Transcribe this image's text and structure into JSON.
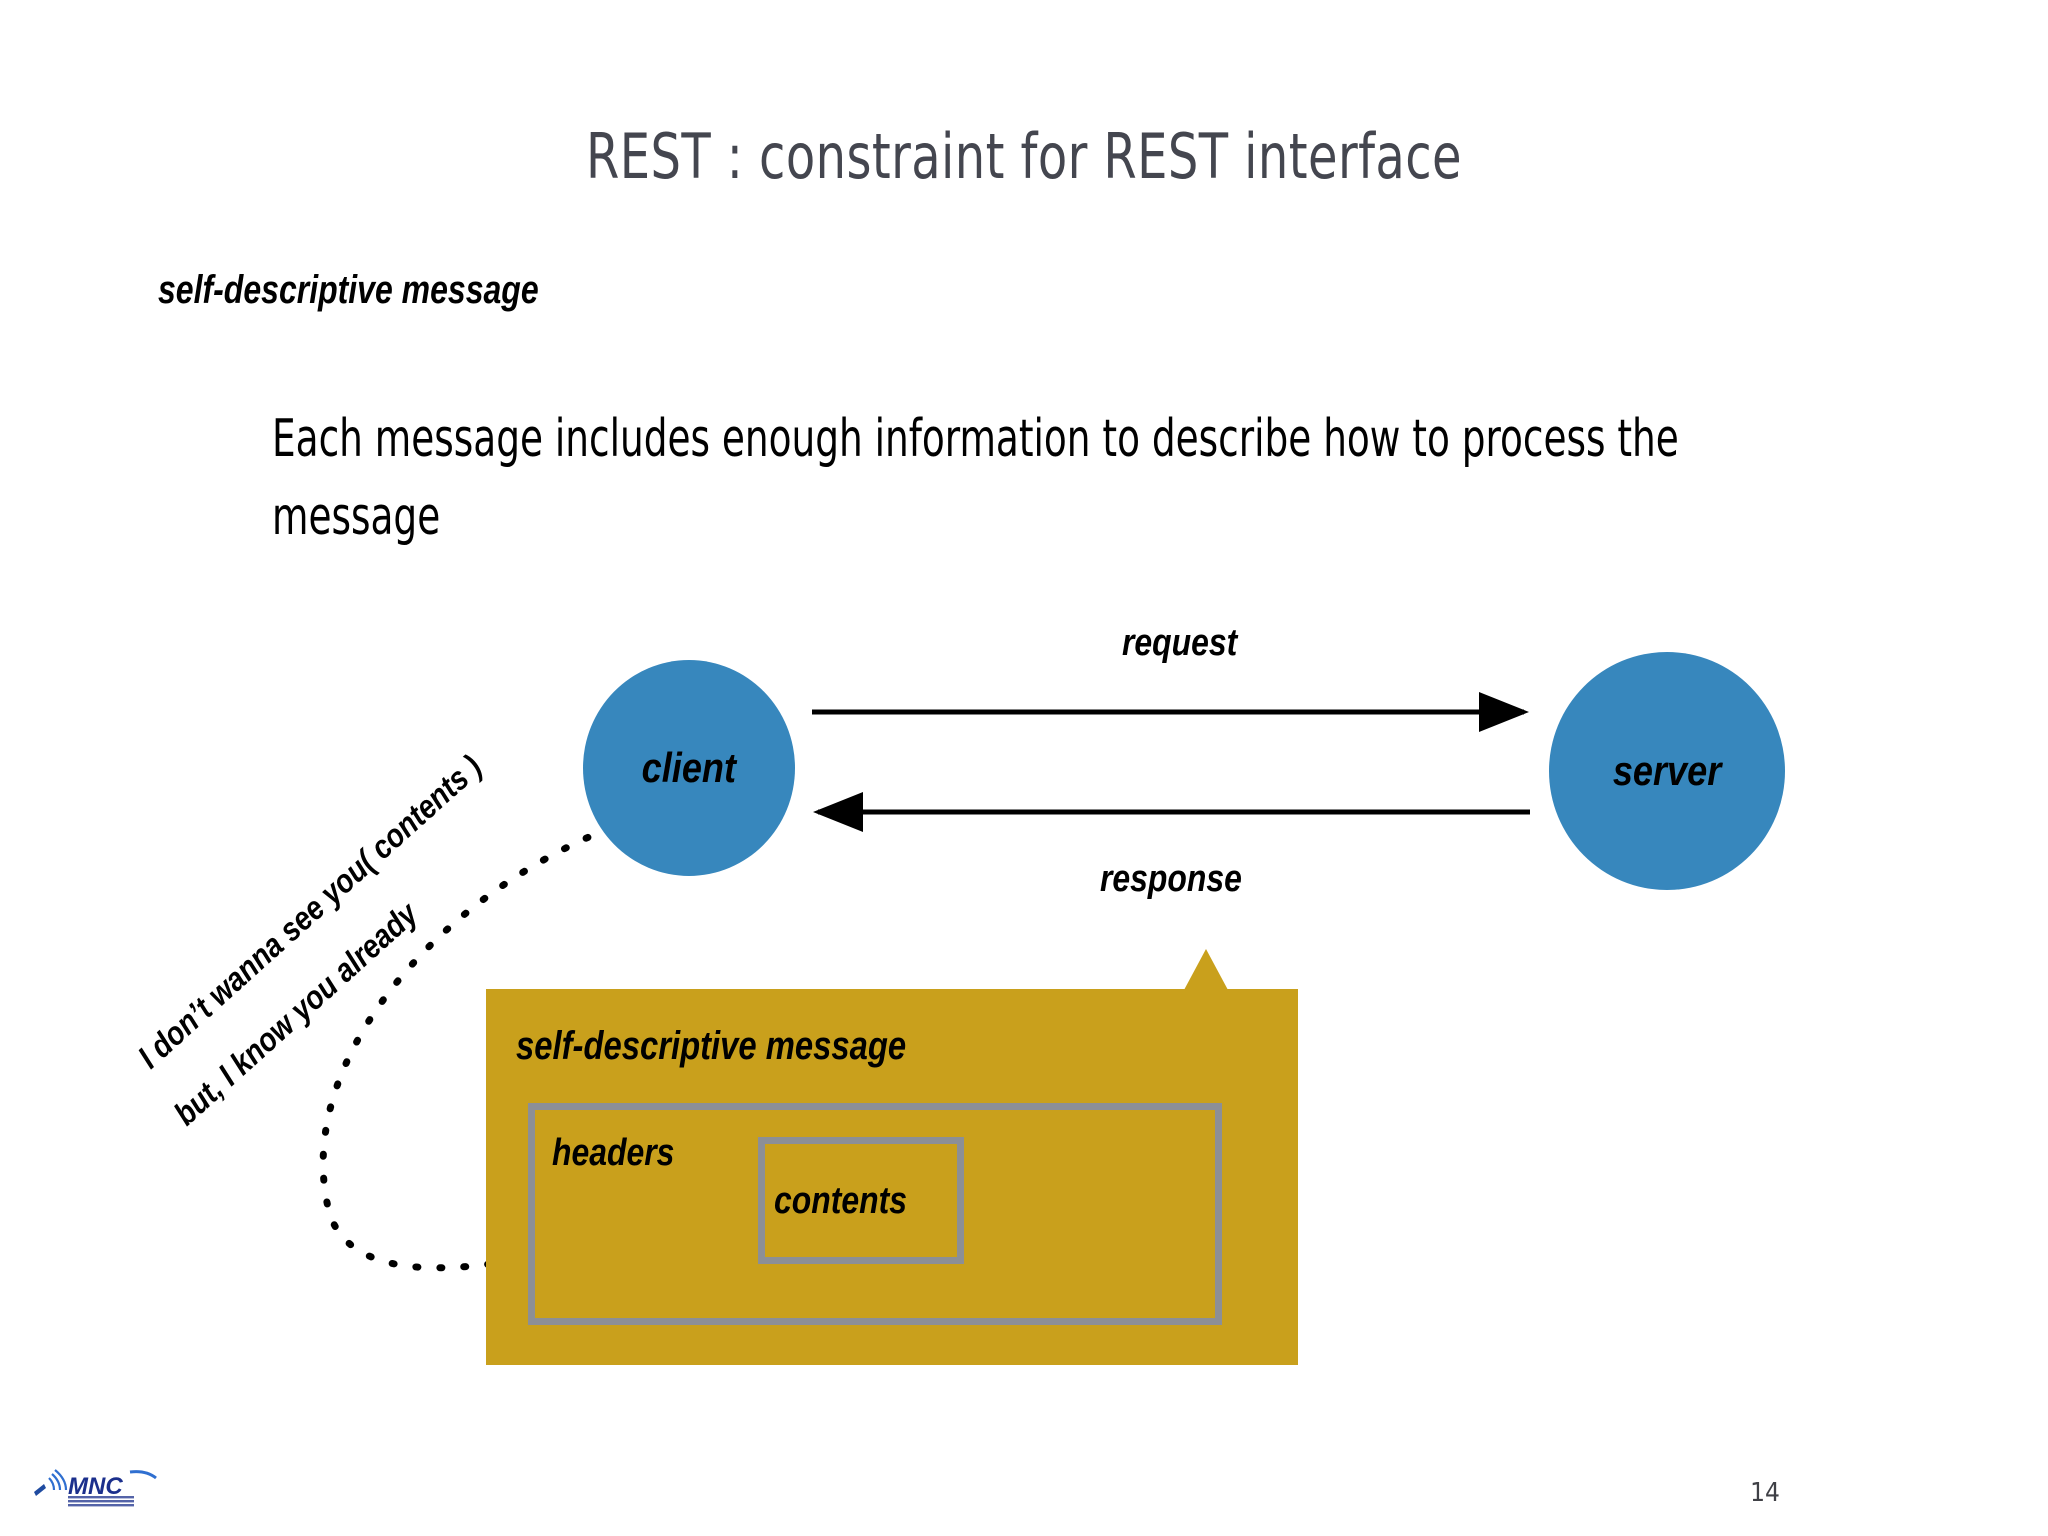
{
  "slide": {
    "title": "REST : constraint for REST interface",
    "section_heading": "self-descriptive message",
    "body_text": "Each message includes enough information to describe how to process the message",
    "page_number": "14",
    "logo_text": "MNC"
  },
  "diagram": {
    "client_label": "client",
    "server_label": "server",
    "request_label": "request",
    "response_label": "response",
    "callout": {
      "title": "self-descriptive message",
      "headers_label": "headers",
      "contents_label": "contents"
    },
    "annotation": {
      "line1": "I don’t wanna see you( contents )",
      "line2": "but, I know you already"
    }
  },
  "colors": {
    "node_blue": "#3787bd",
    "callout_yellow": "#c9a01c",
    "box_gray": "#8c8f96",
    "title_gray": "#44464f",
    "logo_blue": "#1b2f8c"
  }
}
